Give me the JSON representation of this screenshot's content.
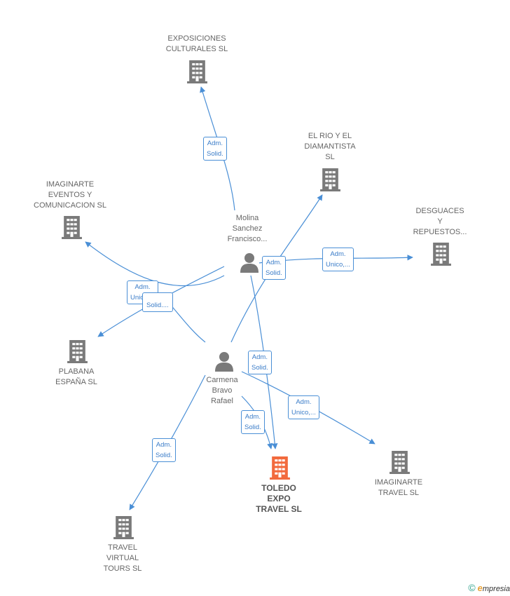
{
  "colors": {
    "edge": "#4a8fd6",
    "building": "#7a7a7a",
    "building_highlight": "#f26a3d",
    "person": "#7a7a7a"
  },
  "nodes": [
    {
      "id": "exposiciones",
      "type": "company",
      "label": "EXPOSICIONES\nCULTURALES SL"
    },
    {
      "id": "elrio",
      "type": "company",
      "label": "EL RIO Y EL\nDIAMANTISTA\nSL"
    },
    {
      "id": "imaginarte_ev",
      "type": "company",
      "label": "IMAGINARTE\nEVENTOS Y\nCOMUNICACION SL"
    },
    {
      "id": "desguaces",
      "type": "company",
      "label": "DESGUACES\nY\nREPUESTOS..."
    },
    {
      "id": "molina",
      "type": "person",
      "label": "Molina\nSanchez\nFrancisco..."
    },
    {
      "id": "plabana",
      "type": "company",
      "label": "PLABANA\nESPAÑA SL"
    },
    {
      "id": "carmena",
      "type": "person",
      "label": "Carmena\nBravo\nRafael"
    },
    {
      "id": "toledo",
      "type": "company",
      "highlight": true,
      "label": "TOLEDO\nEXPO\nTRAVEL  SL"
    },
    {
      "id": "imaginarte_tr",
      "type": "company",
      "label": "IMAGINARTE\nTRAVEL SL"
    },
    {
      "id": "travel_virtual",
      "type": "company",
      "label": "TRAVEL\nVIRTUAL\nTOURS  SL"
    }
  ],
  "edges": [
    {
      "from": "molina",
      "to": "exposiciones",
      "label": "Adm.\nSolid."
    },
    {
      "from": "carmena",
      "to": "elrio",
      "label": "Adm.\nSolid."
    },
    {
      "from": "molina",
      "to": "desguaces",
      "label": "Adm.\nUnico,..."
    },
    {
      "from": "molina",
      "to": "imaginarte_ev",
      "label": "Adm.\nUnico,..."
    },
    {
      "from": "molina",
      "to": "plabana",
      "label": "Solid...."
    },
    {
      "from": "carmena",
      "to": "imaginarte_ev",
      "label": ""
    },
    {
      "from": "molina",
      "to": "toledo",
      "label": "Adm.\nSolid."
    },
    {
      "from": "carmena",
      "to": "toledo",
      "label": "Adm.\nSolid."
    },
    {
      "from": "carmena",
      "to": "imaginarte_tr",
      "label": "Adm.\nUnico,..."
    },
    {
      "from": "carmena",
      "to": "travel_virtual",
      "label": "Adm.\nSolid."
    }
  ],
  "footer": {
    "copyright": "©",
    "brand_initial": "e",
    "brand_rest": "mpresia"
  }
}
